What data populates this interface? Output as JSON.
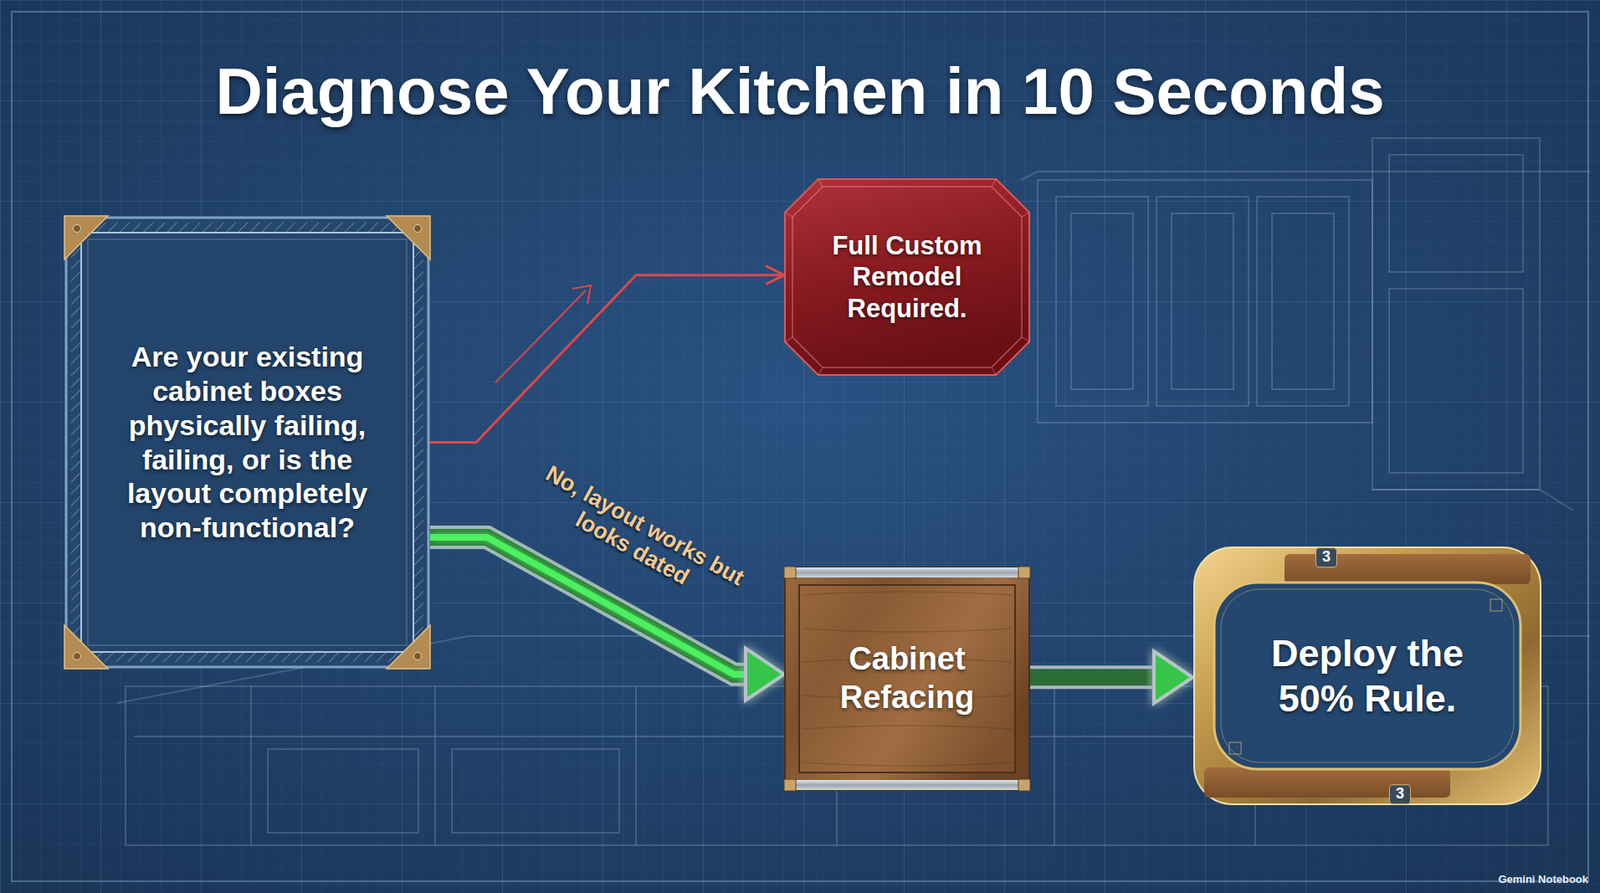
{
  "diagram": {
    "title": "Diagnose Your Kitchen in 10 Seconds",
    "nodes": [
      {
        "text": [
          "Are your existing cabinet boxes physically failing, failing, or is the layout completely non-functional?"
        ]
      },
      {
        "text": [
          "Full Custom Remodel Required."
        ]
      },
      {
        "text": [
          "Cabinet Refacing"
        ]
      },
      {
        "text": [
          "Deploy the 50% Rule."
        ]
      }
    ],
    "edges": [
      {
        "from": 0,
        "to": 1,
        "arrow": "to"
      },
      {
        "from": 0,
        "to": 2,
        "label": "No, layout works but looks dated",
        "arrow": "to"
      },
      {
        "from": 2,
        "to": 3,
        "arrow": "to"
      }
    ],
    "labels": [
      "3",
      "3",
      "Gemini Notebook"
    ]
  }
}
